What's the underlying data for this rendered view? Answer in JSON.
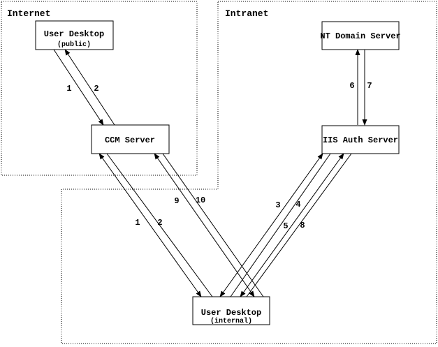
{
  "diagram": {
    "zones": {
      "internet": {
        "label": "Internet"
      },
      "intranet": {
        "label": "Intranet"
      }
    },
    "nodes": {
      "user_desktop_public": {
        "title": "User Desktop",
        "subtitle": "(public)"
      },
      "ccm_server": {
        "title": "CCM Server"
      },
      "nt_domain_server": {
        "title": "NT Domain Server"
      },
      "iis_auth_server": {
        "title": "IIS Auth Server"
      },
      "user_desktop_internal": {
        "title": "User Desktop",
        "subtitle": "(internal)"
      }
    },
    "flows": {
      "f1": "1",
      "f2": "2",
      "f3": "3",
      "f4": "4",
      "f5": "5",
      "f6": "6",
      "f7": "7",
      "f8": "8",
      "f9": "9",
      "f10": "10"
    },
    "colors": {
      "background": "#ffffff",
      "ink": "#000000"
    }
  }
}
